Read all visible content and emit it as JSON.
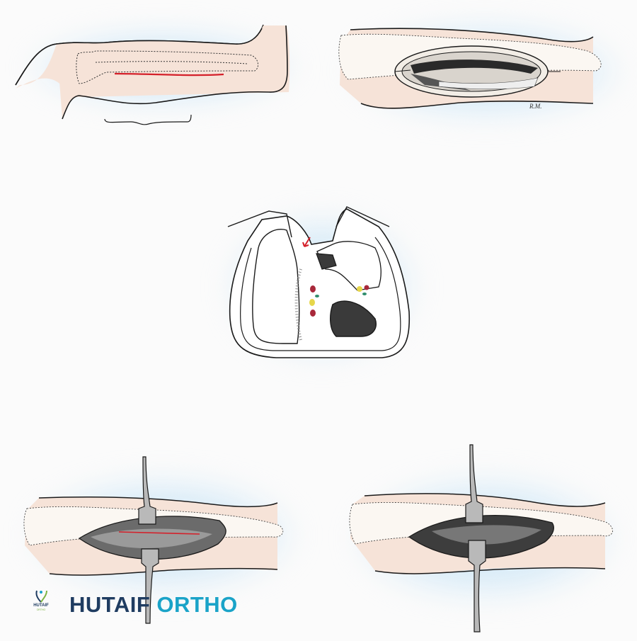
{
  "figure": {
    "description": "Surgical approach illustration: anterior/lateral leg incision sequence with cross-section",
    "panels": [
      {
        "id": "A",
        "label": "Skin incision along leg (red line) with bone outline dotted"
      },
      {
        "id": "B",
        "label": "Fascia incised exposing muscles"
      },
      {
        "id": "C",
        "label": "Cross-section of leg showing compartments and approach arrow"
      },
      {
        "id": "D",
        "label": "Retractors placed, muscle split with red line"
      },
      {
        "id": "E",
        "label": "Deeper exposure with retractors"
      }
    ],
    "signature": "R.M.",
    "colors": {
      "skin": "#f6e3d8",
      "background": "#fbfbfb",
      "glow": "#cfe6f5",
      "incision": "#d4202a",
      "outline": "#1a1a1a",
      "retractor": "#b9b9b9",
      "vessel_red": "#a8283a",
      "vessel_yellow": "#e6d64a",
      "vessel_teal": "#2f8d6c"
    }
  },
  "watermark": {
    "logo_text": "HUTAIF",
    "logo_subtext": "ORTHO",
    "brand_part1": "HUTAIF",
    "brand_part2": "ORTHO",
    "brand_color1": "#1f3c61",
    "brand_color2": "#1aa3c8"
  }
}
